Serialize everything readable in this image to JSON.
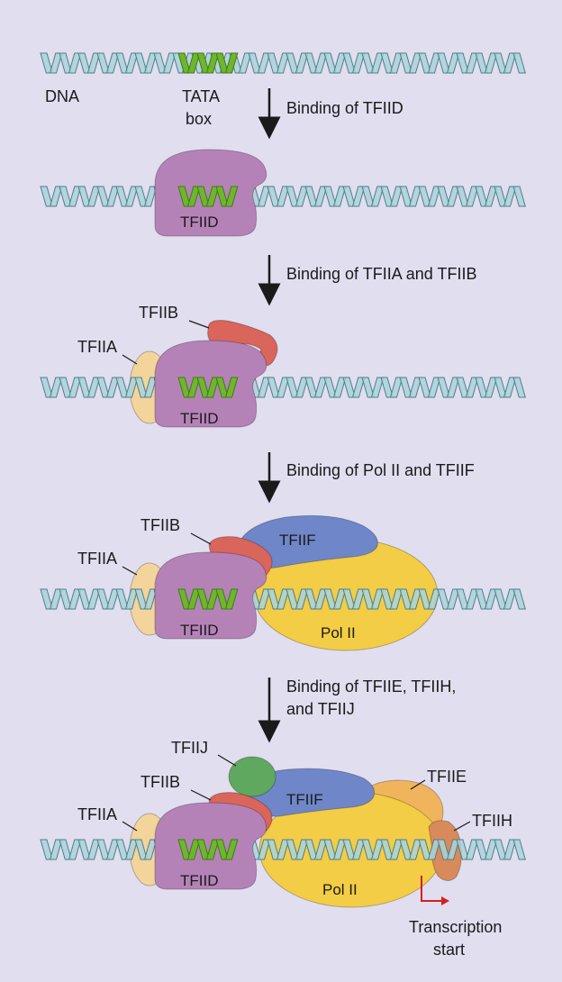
{
  "colors": {
    "background": "#e1def0",
    "dna": "#a9d3db",
    "dna_stroke": "#4f7f89",
    "tata": "#6fb52e",
    "tfiid": "#b582b8",
    "tfiia": "#f3d49a",
    "tfiib": "#d9655b",
    "tfiif": "#6f86c8",
    "pol2": "#f2cd45",
    "tfiie": "#f0b45c",
    "tfiih": "#d98a5a",
    "tfiij": "#5fa85f",
    "start_arrow": "#d42020"
  },
  "labels": {
    "dna": "DNA",
    "tata_line1": "TATA",
    "tata_line2": "box",
    "tfiid": "TFIID",
    "tfiia": "TFIIA",
    "tfiib": "TFIIB",
    "tfiif": "TFIIF",
    "pol2": "Pol II",
    "tfiie": "TFIIE",
    "tfiih": "TFIIH",
    "tfiij": "TFIIJ",
    "transcription_line1": "Transcription",
    "transcription_line2": "start"
  },
  "steps": [
    {
      "lines": [
        "Binding of TFIID"
      ]
    },
    {
      "lines": [
        "Binding of TFIIA and TFIIB"
      ]
    },
    {
      "lines": [
        "Binding of Pol II and TFIIF"
      ]
    },
    {
      "lines": [
        "Binding of TFIIE, TFIIH,",
        "and TFIIJ"
      ]
    }
  ]
}
